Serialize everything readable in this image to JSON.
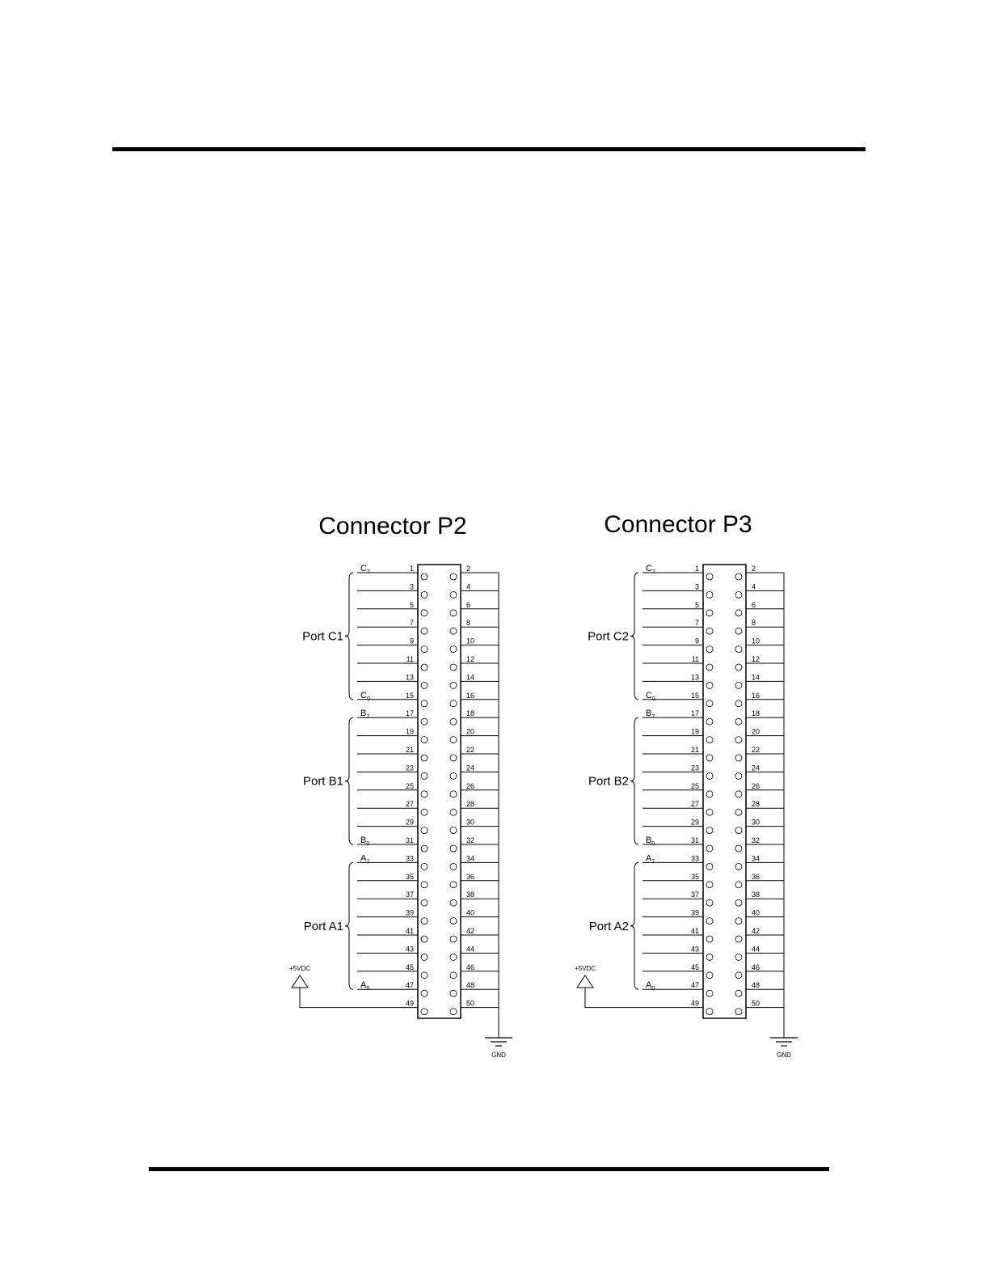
{
  "connectors": [
    {
      "title": "Connector P2",
      "ports": [
        {
          "label": "Port C1",
          "msb_letter": "C",
          "msb_sub": "7",
          "lsb_letter": "C",
          "lsb_sub": "0"
        },
        {
          "label": "Port B1",
          "msb_letter": "B",
          "msb_sub": "7",
          "lsb_letter": "B",
          "lsb_sub": "0"
        },
        {
          "label": "Port A1",
          "msb_letter": "A",
          "msb_sub": "7",
          "lsb_letter": "A",
          "lsb_sub": "0"
        }
      ],
      "power_label": "+5VDC",
      "ground_label": "GND"
    },
    {
      "title": "Connector P3",
      "ports": [
        {
          "label": "Port C2",
          "msb_letter": "C",
          "msb_sub": "7",
          "lsb_letter": "C",
          "lsb_sub": "0"
        },
        {
          "label": "Port B2",
          "msb_letter": "B",
          "msb_sub": "7",
          "lsb_letter": "B",
          "lsb_sub": "0"
        },
        {
          "label": "Port A2",
          "msb_letter": "A",
          "msb_sub": "7",
          "lsb_letter": "A",
          "lsb_sub": "0"
        }
      ],
      "power_label": "+5VDC",
      "ground_label": "GND"
    }
  ],
  "pins": {
    "odd": [
      "1",
      "3",
      "5",
      "7",
      "9",
      "11",
      "13",
      "15",
      "17",
      "19",
      "21",
      "23",
      "25",
      "27",
      "29",
      "31",
      "33",
      "35",
      "37",
      "39",
      "41",
      "43",
      "45",
      "47",
      "49"
    ],
    "even": [
      "2",
      "4",
      "6",
      "8",
      "10",
      "12",
      "14",
      "16",
      "18",
      "20",
      "22",
      "24",
      "26",
      "28",
      "30",
      "32",
      "34",
      "36",
      "38",
      "40",
      "42",
      "44",
      "46",
      "48",
      "50"
    ]
  }
}
